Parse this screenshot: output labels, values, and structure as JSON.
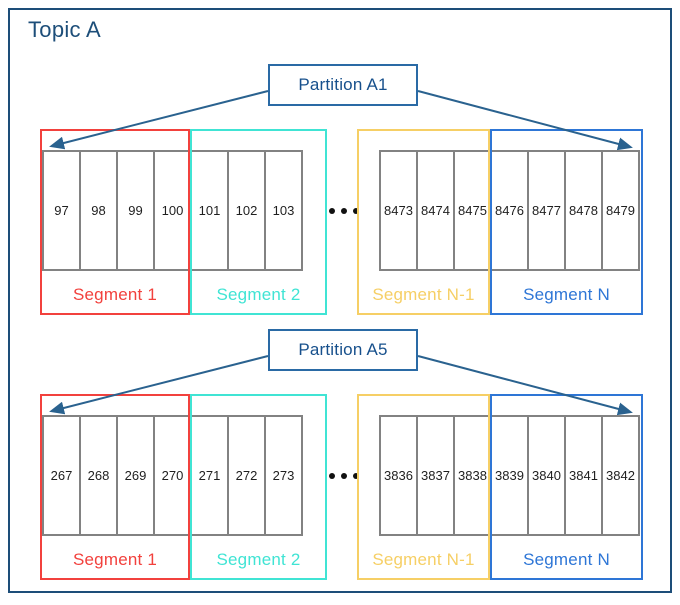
{
  "title": "Topic A",
  "colors": {
    "frame": "#1d4e79",
    "partition_border": "#2a6aa5",
    "partition_text": "#17508c",
    "arrow": "#2a628f",
    "cell_border": "#828282",
    "cell_text": "#1f1f1f",
    "background": "#ffffff"
  },
  "ellipsis_icon": "three-dots",
  "partitions": [
    {
      "label": "Partition A1",
      "segments": [
        {
          "name": "Segment 1",
          "color": "#f2413d",
          "cells": [
            "97",
            "98",
            "99",
            "100"
          ]
        },
        {
          "name": "Segment 2",
          "color": "#40e4d4",
          "cells": [
            "101",
            "102",
            "103"
          ]
        },
        {
          "name": "Segment N-1",
          "color": "#f6cf65",
          "cells": [
            "8473",
            "8474",
            "8475"
          ]
        },
        {
          "name": "Segment N",
          "color": "#2e76d6",
          "cells": [
            "8476",
            "8477",
            "8478",
            "8479"
          ]
        }
      ]
    },
    {
      "label": "Partition A5",
      "segments": [
        {
          "name": "Segment 1",
          "color": "#f2413d",
          "cells": [
            "267",
            "268",
            "269",
            "270"
          ]
        },
        {
          "name": "Segment 2",
          "color": "#40e4d4",
          "cells": [
            "271",
            "272",
            "273"
          ]
        },
        {
          "name": "Segment N-1",
          "color": "#f6cf65",
          "cells": [
            "3836",
            "3837",
            "3838"
          ]
        },
        {
          "name": "Segment N",
          "color": "#2e76d6",
          "cells": [
            "3839",
            "3840",
            "3841",
            "3842"
          ]
        }
      ]
    }
  ]
}
